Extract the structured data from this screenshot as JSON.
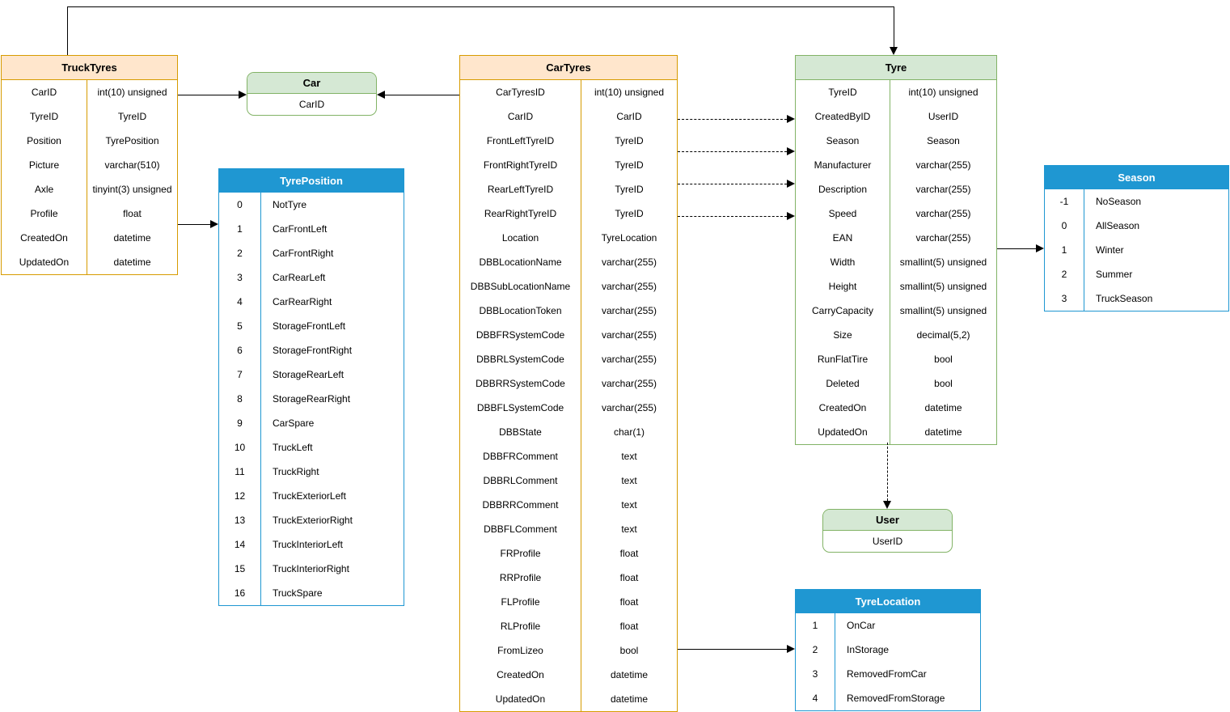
{
  "colors": {
    "orange_fill": "#ffe6cc",
    "orange_border": "#d79b00",
    "green_fill": "#d5e8d4",
    "green_border": "#82b366",
    "blue_fill": "#1f97d2",
    "line": "#000000"
  },
  "entities": {
    "truck_tyres": {
      "title": "TruckTyres",
      "rows": [
        {
          "name": "CarID",
          "type": "int(10) unsigned"
        },
        {
          "name": "TyreID",
          "type": "TyreID"
        },
        {
          "name": "Position",
          "type": "TyrePosition"
        },
        {
          "name": "Picture",
          "type": "varchar(510)"
        },
        {
          "name": "Axle",
          "type": "tinyint(3) unsigned"
        },
        {
          "name": "Profile",
          "type": "float"
        },
        {
          "name": "CreatedOn",
          "type": "datetime"
        },
        {
          "name": "UpdatedOn",
          "type": "datetime"
        }
      ]
    },
    "car": {
      "title": "Car",
      "rows": [
        {
          "name": "CarID"
        }
      ]
    },
    "tyre_position": {
      "title": "TyrePosition",
      "rows": [
        {
          "key": "0",
          "value": "NotTyre"
        },
        {
          "key": "1",
          "value": "CarFrontLeft"
        },
        {
          "key": "2",
          "value": "CarFrontRight"
        },
        {
          "key": "3",
          "value": "CarRearLeft"
        },
        {
          "key": "4",
          "value": "CarRearRight"
        },
        {
          "key": "5",
          "value": "StorageFrontLeft"
        },
        {
          "key": "6",
          "value": "StorageFrontRight"
        },
        {
          "key": "7",
          "value": "StorageRearLeft"
        },
        {
          "key": "8",
          "value": "StorageRearRight"
        },
        {
          "key": "9",
          "value": "CarSpare"
        },
        {
          "key": "10",
          "value": "TruckLeft"
        },
        {
          "key": "11",
          "value": "TruckRight"
        },
        {
          "key": "12",
          "value": "TruckExteriorLeft"
        },
        {
          "key": "13",
          "value": "TruckExteriorRight"
        },
        {
          "key": "14",
          "value": "TruckInteriorLeft"
        },
        {
          "key": "15",
          "value": "TruckInteriorRight"
        },
        {
          "key": "16",
          "value": "TruckSpare"
        }
      ]
    },
    "car_tyres": {
      "title": "CarTyres",
      "rows": [
        {
          "name": "CarTyresID",
          "type": "int(10) unsigned"
        },
        {
          "name": "CarID",
          "type": "CarID"
        },
        {
          "name": "FrontLeftTyreID",
          "type": "TyreID"
        },
        {
          "name": "FrontRightTyreID",
          "type": "TyreID"
        },
        {
          "name": "RearLeftTyreID",
          "type": "TyreID"
        },
        {
          "name": "RearRightTyreID",
          "type": "TyreID"
        },
        {
          "name": "Location",
          "type": "TyreLocation"
        },
        {
          "name": "DBBLocationName",
          "type": "varchar(255)"
        },
        {
          "name": "DBBSubLocationName",
          "type": "varchar(255)"
        },
        {
          "name": "DBBLocationToken",
          "type": "varchar(255)"
        },
        {
          "name": "DBBFRSystemCode",
          "type": "varchar(255)"
        },
        {
          "name": "DBBRLSystemCode",
          "type": "varchar(255)"
        },
        {
          "name": "DBBRRSystemCode",
          "type": "varchar(255)"
        },
        {
          "name": "DBBFLSystemCode",
          "type": "varchar(255)"
        },
        {
          "name": "DBBState",
          "type": "char(1)"
        },
        {
          "name": "DBBFRComment",
          "type": "text"
        },
        {
          "name": "DBBRLComment",
          "type": "text"
        },
        {
          "name": "DBBRRComment",
          "type": "text"
        },
        {
          "name": "DBBFLComment",
          "type": "text"
        },
        {
          "name": "FRProfile",
          "type": "float"
        },
        {
          "name": "RRProfile",
          "type": "float"
        },
        {
          "name": "FLProfile",
          "type": "float"
        },
        {
          "name": "RLProfile",
          "type": "float"
        },
        {
          "name": "FromLizeo",
          "type": "bool"
        },
        {
          "name": "CreatedOn",
          "type": "datetime"
        },
        {
          "name": "UpdatedOn",
          "type": "datetime"
        }
      ]
    },
    "tyre": {
      "title": "Tyre",
      "rows": [
        {
          "name": "TyreID",
          "type": "int(10) unsigned"
        },
        {
          "name": "CreatedByID",
          "type": "UserID"
        },
        {
          "name": "Season",
          "type": "Season"
        },
        {
          "name": "Manufacturer",
          "type": "varchar(255)"
        },
        {
          "name": "Description",
          "type": "varchar(255)"
        },
        {
          "name": "Speed",
          "type": "varchar(255)"
        },
        {
          "name": "EAN",
          "type": "varchar(255)"
        },
        {
          "name": "Width",
          "type": "smallint(5) unsigned"
        },
        {
          "name": "Height",
          "type": "smallint(5) unsigned"
        },
        {
          "name": "CarryCapacity",
          "type": "smallint(5) unsigned"
        },
        {
          "name": "Size",
          "type": "decimal(5,2)"
        },
        {
          "name": "RunFlatTire",
          "type": "bool"
        },
        {
          "name": "Deleted",
          "type": "bool"
        },
        {
          "name": "CreatedOn",
          "type": "datetime"
        },
        {
          "name": "UpdatedOn",
          "type": "datetime"
        }
      ]
    },
    "season": {
      "title": "Season",
      "rows": [
        {
          "key": "-1",
          "value": "NoSeason"
        },
        {
          "key": "0",
          "value": "AllSeason"
        },
        {
          "key": "1",
          "value": "Winter"
        },
        {
          "key": "2",
          "value": "Summer"
        },
        {
          "key": "3",
          "value": "TruckSeason"
        }
      ]
    },
    "user": {
      "title": "User",
      "rows": [
        {
          "name": "UserID"
        }
      ]
    },
    "tyre_location": {
      "title": "TyreLocation",
      "rows": [
        {
          "key": "1",
          "value": "OnCar"
        },
        {
          "key": "2",
          "value": "InStorage"
        },
        {
          "key": "3",
          "value": "RemovedFromCar"
        },
        {
          "key": "4",
          "value": "RemovedFromStorage"
        }
      ]
    }
  }
}
